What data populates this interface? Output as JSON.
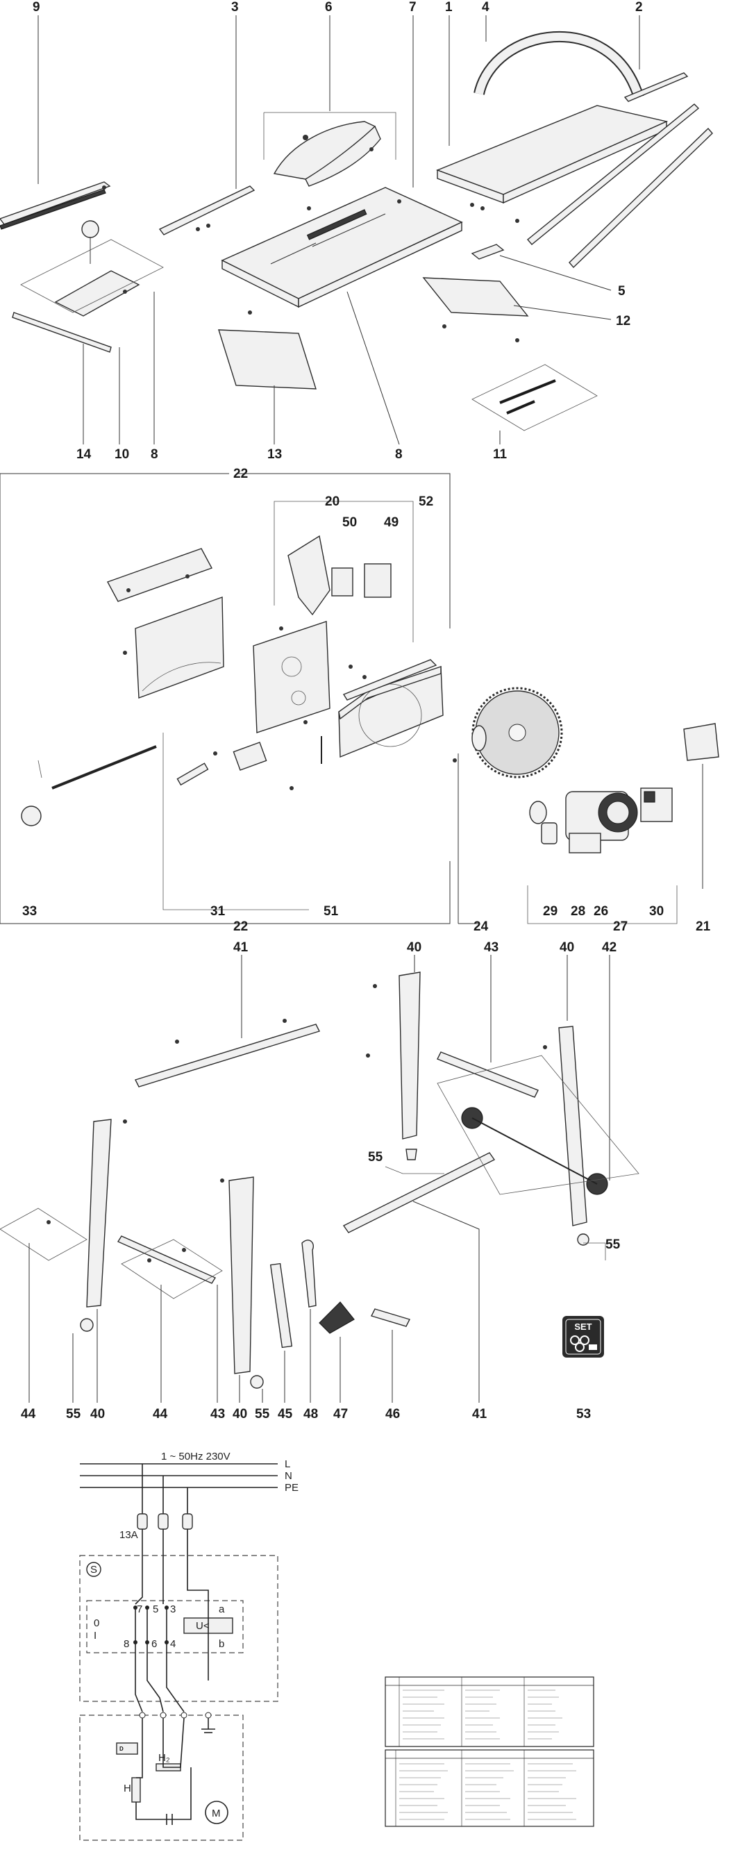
{
  "section1": {
    "callouts_top": [
      "9",
      "3",
      "6",
      "7",
      "1",
      "4",
      "2"
    ],
    "callouts_right": [
      "5",
      "12"
    ],
    "callouts_bottom": [
      "14",
      "10",
      "8",
      "13",
      "8",
      "11"
    ]
  },
  "section2": {
    "frame_label_top": "22",
    "frame_label_bottom": "22",
    "callouts_inner": [
      "20",
      "50",
      "49",
      "52"
    ],
    "callouts_bottom": [
      "33",
      "31",
      "51",
      "24",
      "29",
      "28",
      "26",
      "27",
      "30",
      "21"
    ]
  },
  "section3": {
    "callouts_top": [
      "41",
      "40",
      "43",
      "40",
      "42"
    ],
    "callouts_mid": [
      "55",
      "55"
    ],
    "callouts_bottom": [
      "44",
      "55",
      "40",
      "44",
      "43",
      "40",
      "45",
      "48",
      "47",
      "46",
      "41",
      "53"
    ],
    "set_badge": "SET"
  },
  "schematic": {
    "supply": "1 ~ 50Hz 230V",
    "rails": [
      "L",
      "N",
      "PE"
    ],
    "fuse": "13A",
    "switch_box": "S",
    "contacts_left": [
      "7",
      "5",
      "3",
      "8",
      "6",
      "4"
    ],
    "contact_right": [
      "a",
      "b"
    ],
    "relay": "U<",
    "side_marks": [
      "0",
      "I"
    ],
    "motor": "M",
    "winding_main": "H",
    "winding_aux": "H₂"
  }
}
